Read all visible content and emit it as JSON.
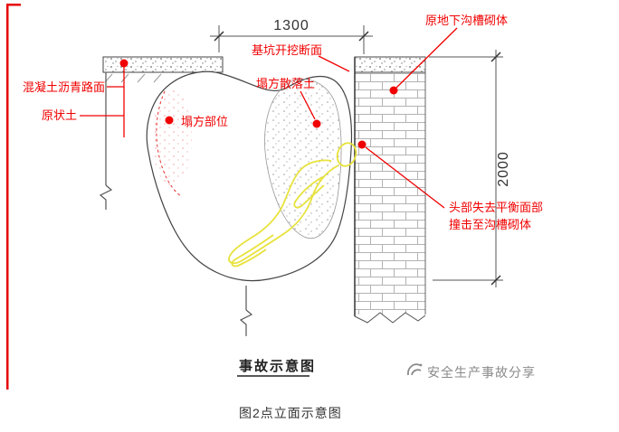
{
  "frame": {
    "accent_color": "#e60000"
  },
  "dimensions": {
    "top_width": "1300",
    "right_depth": "2000"
  },
  "labels": {
    "trench_masonry": "原地下沟槽砌体",
    "excavation_section": "基坑开挖断面",
    "scattered_soil": "塌方散落土",
    "pavement": "混凝土沥青路面",
    "undisturbed_soil": "原状土",
    "collapse_area": "塌方部位",
    "head_impact_line1": "头部失去平衡面部",
    "head_impact_line2": "撞击至沟槽砌体"
  },
  "footer": {
    "diagram_label": "事故示意图",
    "brand": "安全生产事故分享",
    "caption": "图2点立面示意图"
  },
  "colors": {
    "callout_red": "#f00000",
    "figure_yellow": "#e8e23c",
    "line_dark": "#444444",
    "brick_gray": "#b3b3b3"
  }
}
